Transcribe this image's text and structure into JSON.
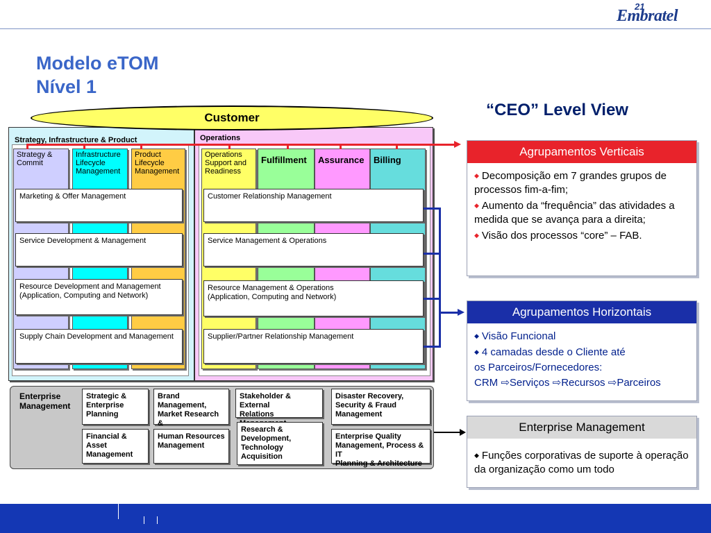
{
  "header": {
    "logo_sup": "21",
    "logo_word": "Embratel",
    "title_line1": "Modelo eTOM",
    "title_line2": "Nível 1",
    "ceo_label": "“CEO” Level View"
  },
  "diagram": {
    "customer": "Customer",
    "sip": {
      "title": "Strategy, Infrastructure & Product",
      "cols": [
        "Strategy &\nCommit",
        "Infrastructure\nLifecycle\nManagement",
        "Product\nLifecycle\nManagement"
      ],
      "rows": [
        "Marketing &  Offer Management",
        "Service Development & Management",
        "Resource Development and Management\n      (Application, Computing and Network)",
        "Supply Chain Development and Management"
      ]
    },
    "ops": {
      "title": "Operations",
      "cols": [
        "Operations\nSupport and\nReadiness",
        "Fulfillment",
        "Assurance",
        "Billing"
      ],
      "rows": [
        "Customer Relationship Management",
        "Service Management & Operations",
        "Resource Management & Operations\n     (Application, Computing and Network)",
        "Supplier/Partner Relationship Management"
      ]
    },
    "enterprise": {
      "label": "Enterprise\nManagement",
      "boxes": [
        "Strategic &\nEnterprise\nPlanning",
        "Brand Management,\nMarket Research &\nAdvertising",
        "Stakeholder & External\nRelations Management",
        "Disaster Recovery,\nSecurity & Fraud\nManagement",
        "Financial & Asset\nManagement",
        "Human Resources\nManagement",
        "Research &\nDevelopment,\nTechnology\nAcquisition",
        "Enterprise Quality\nManagement, Process & IT\nPlanning & Architecture"
      ]
    }
  },
  "cards": {
    "vert": {
      "title": "Agrupamentos Verticais",
      "items": [
        "Decomposição em 7 grandes grupos de processos fim-a-fim;",
        "Aumento da “frequência” das atividades a medida que se avança para a direita;",
        "Visão dos processos “core” – FAB."
      ]
    },
    "horiz": {
      "title": "Agrupamentos Horizontais",
      "item1": "Visão Funcional",
      "item2": "4 camadas desde o Cliente até",
      "line3": "os Parceiros/Fornecedores:",
      "crm": "CRM",
      "serv": "Serviços",
      "rec": "Recursos",
      "parc": "Parceiros",
      "arrow_glyph": "⇨"
    },
    "ent": {
      "title": "Enterprise Management",
      "item": "Funções corporativas de suporte à operação da organização como um todo"
    }
  },
  "colors": {
    "brand_blue": "#1437b4",
    "title_blue": "#3a66c8",
    "red_header": "#e8232b",
    "blue_header": "#1a2fa8",
    "gray_header": "#d9d9d9",
    "customer_yellow": "#ffff66"
  }
}
